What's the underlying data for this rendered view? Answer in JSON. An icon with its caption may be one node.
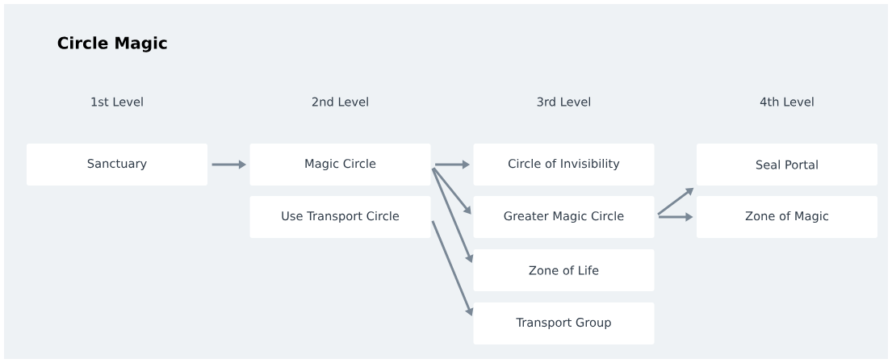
{
  "diagram": {
    "title": "Circle Magic",
    "nodes": [
      {
        "text": [
          "Sanctuary"
        ]
      },
      {
        "text": [
          "Magic Circle"
        ]
      },
      {
        "text": [
          "Use Transport Circle"
        ]
      },
      {
        "text": [
          "Circle of Invisibility"
        ]
      },
      {
        "text": [
          "Greater Magic Circle"
        ]
      },
      {
        "text": [
          "Zone of Life"
        ]
      },
      {
        "text": [
          "Transport Group"
        ]
      },
      {
        "text": [
          "Seal Portal"
        ]
      },
      {
        "text": [
          "Zone of Magic"
        ]
      }
    ],
    "edges": [
      {
        "from": 0,
        "to": 1,
        "arrow": "to"
      },
      {
        "from": 1,
        "to": 3,
        "arrow": "to"
      },
      {
        "from": 1,
        "to": 4,
        "arrow": "to"
      },
      {
        "from": 1,
        "to": 5,
        "arrow": "to"
      },
      {
        "from": 2,
        "to": 6,
        "arrow": "to"
      },
      {
        "from": 4,
        "to": 7,
        "arrow": "to"
      },
      {
        "from": 4,
        "to": 8,
        "arrow": "to"
      }
    ],
    "labels": [
      "1st Level",
      "2nd Level",
      "3rd Level",
      "4th Level"
    ]
  }
}
